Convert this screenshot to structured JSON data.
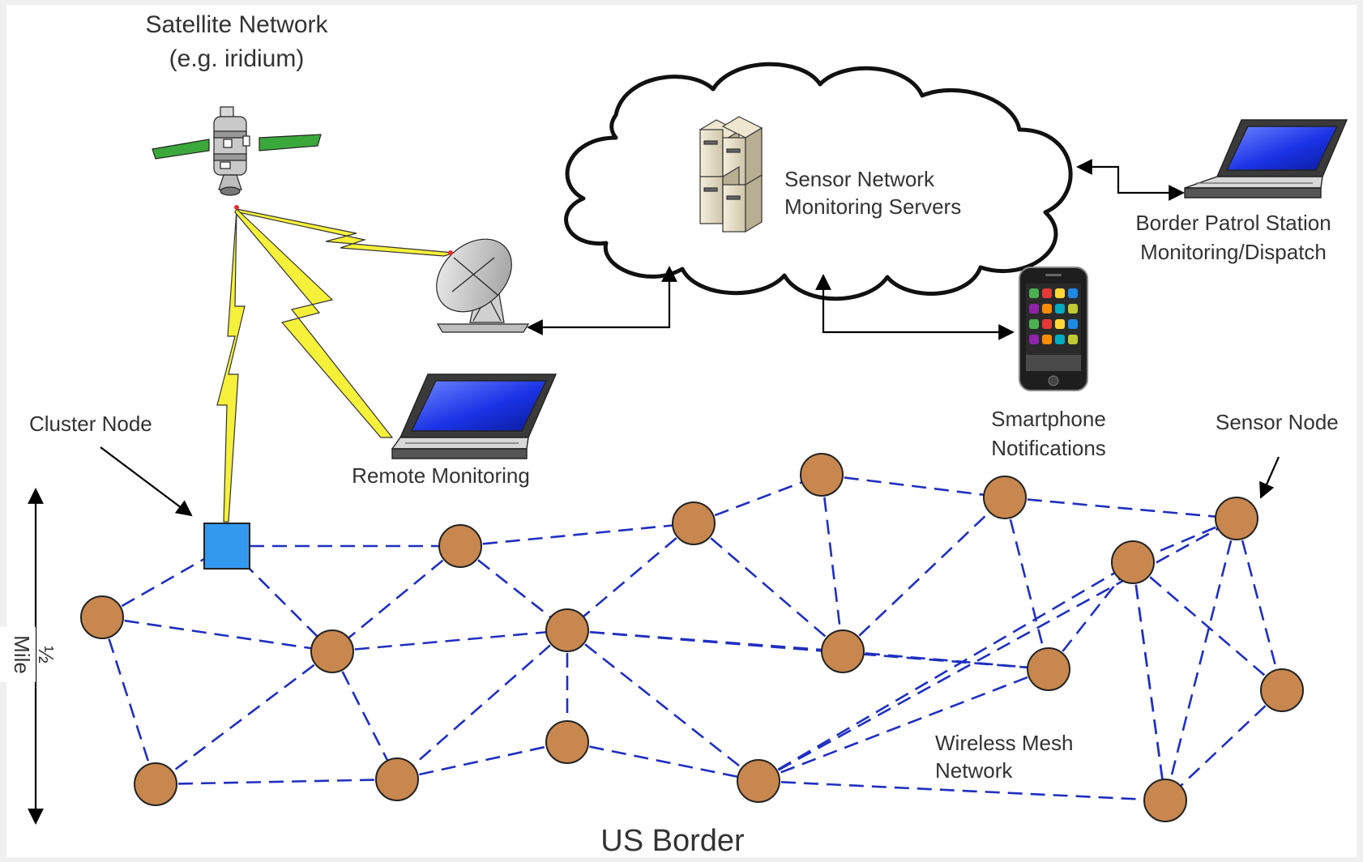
{
  "labels": {
    "satellite_network": "Satellite Network",
    "satellite_example": "(e.g. iridium)",
    "servers_line1": "Sensor Network",
    "servers_line2": "Monitoring Servers",
    "border_patrol_line1": "Border Patrol Station",
    "border_patrol_line2": "Monitoring/Dispatch",
    "smartphone_line1": "Smartphone",
    "smartphone_line2": "Notifications",
    "remote_monitoring": "Remote Monitoring",
    "cluster_node": "Cluster Node",
    "sensor_node": "Sensor Node",
    "mesh_line1": "Wireless Mesh",
    "mesh_line2": "Network",
    "half_mile_fraction": "½",
    "half_mile_unit": "Mile",
    "us_border": "US Border"
  },
  "colors": {
    "background": "#f0f0f0",
    "panel": "#ffffff",
    "sensor_node_fill": "#c8874e",
    "cluster_node_fill": "#3399ee",
    "mesh_link": "#1f2fc0",
    "lightning": "#f5f03a",
    "screen": "#1a33e6"
  },
  "mesh": {
    "cluster_node": "C",
    "sensor_nodes": [
      "A",
      "B",
      "D",
      "E",
      "F",
      "G",
      "H",
      "I",
      "J",
      "K",
      "L",
      "M",
      "N",
      "O",
      "P",
      "Q",
      "R",
      "S"
    ],
    "links": [
      [
        "A",
        "C"
      ],
      [
        "A",
        "E"
      ],
      [
        "A",
        "O"
      ],
      [
        "C",
        "B"
      ],
      [
        "C",
        "E"
      ],
      [
        "B",
        "E"
      ],
      [
        "B",
        "F"
      ],
      [
        "B",
        "D"
      ],
      [
        "E",
        "F"
      ],
      [
        "E",
        "O"
      ],
      [
        "E",
        "P"
      ],
      [
        "D",
        "F"
      ],
      [
        "D",
        "H"
      ],
      [
        "F",
        "H"
      ],
      [
        "F",
        "J"
      ],
      [
        "F",
        "P"
      ],
      [
        "F",
        "Q"
      ],
      [
        "F",
        "R"
      ],
      [
        "P",
        "Q"
      ],
      [
        "O",
        "P"
      ],
      [
        "Q",
        "R"
      ],
      [
        "H",
        "J"
      ],
      [
        "H",
        "I"
      ],
      [
        "I",
        "J"
      ],
      [
        "I",
        "K"
      ],
      [
        "J",
        "R"
      ],
      [
        "J",
        "L"
      ],
      [
        "R",
        "K"
      ],
      [
        "R",
        "L"
      ],
      [
        "R",
        "S"
      ],
      [
        "K",
        "L"
      ],
      [
        "K",
        "M"
      ],
      [
        "K",
        "N"
      ],
      [
        "L",
        "M"
      ],
      [
        "L",
        "N"
      ],
      [
        "L",
        "S"
      ],
      [
        "M",
        "N"
      ],
      [
        "N",
        "S"
      ]
    ]
  }
}
